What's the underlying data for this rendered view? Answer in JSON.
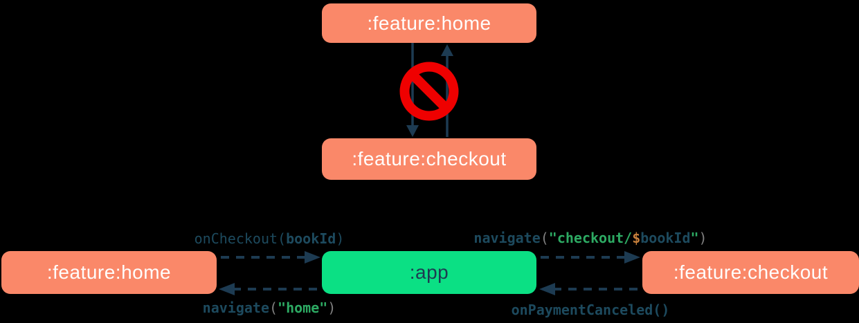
{
  "top_diagram": {
    "home_label": ":feature:home",
    "checkout_label": ":feature:checkout",
    "blocked_icon": "no-entry-icon",
    "meaning": "direct dependency between feature modules is forbidden"
  },
  "bottom_diagram": {
    "home_label": ":feature:home",
    "app_label": ":app",
    "checkout_label": ":feature:checkout",
    "on_checkout": {
      "fn": "onCheckout",
      "open": "(",
      "arg": "bookId",
      "close": ")"
    },
    "navigate_home": {
      "fn": "navigate",
      "open": "(",
      "str": "\"home\"",
      "close": ")"
    },
    "navigate_checkout": {
      "fn": "navigate",
      "open": "(",
      "str_a": "\"checkout/",
      "dollar": "$",
      "var": "bookId",
      "str_b": "\"",
      "close": ")"
    },
    "on_payment_canceled": {
      "fn": "onPaymentCanceled",
      "parens": "()"
    }
  },
  "colors": {
    "background": "#000000",
    "module_box": "#fa8869",
    "app_box": "#0be084",
    "navy": "#1d3b52",
    "code_navy": "#1d4a5e",
    "code_string_green": "#2daa63",
    "code_paren_gray": "#808080",
    "code_template_orange": "#c8803c",
    "blocked_red": "#ef0000",
    "box_text": "#fffdfc"
  }
}
